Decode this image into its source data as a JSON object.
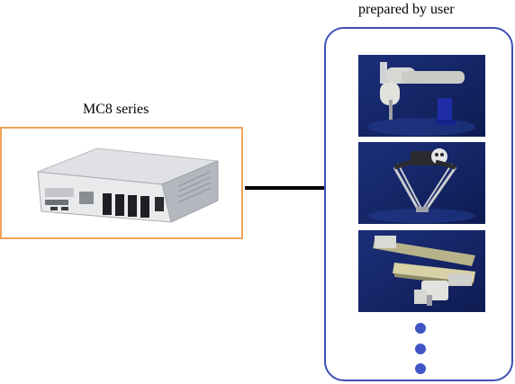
{
  "controller": {
    "caption": "MC8 series",
    "icon": "mc8-controller-unit",
    "border_color": "#f0a35a"
  },
  "robots": {
    "caption": "prepared by user",
    "border_color": "#3f4fb5",
    "items": [
      {
        "icon": "scara-robot"
      },
      {
        "icon": "delta-parallel-robot"
      },
      {
        "icon": "cartesian-gantry-robot"
      }
    ],
    "more_indicator_count": 3,
    "dot_color": "#3f55c4"
  },
  "connector": {
    "color": "#000000"
  }
}
